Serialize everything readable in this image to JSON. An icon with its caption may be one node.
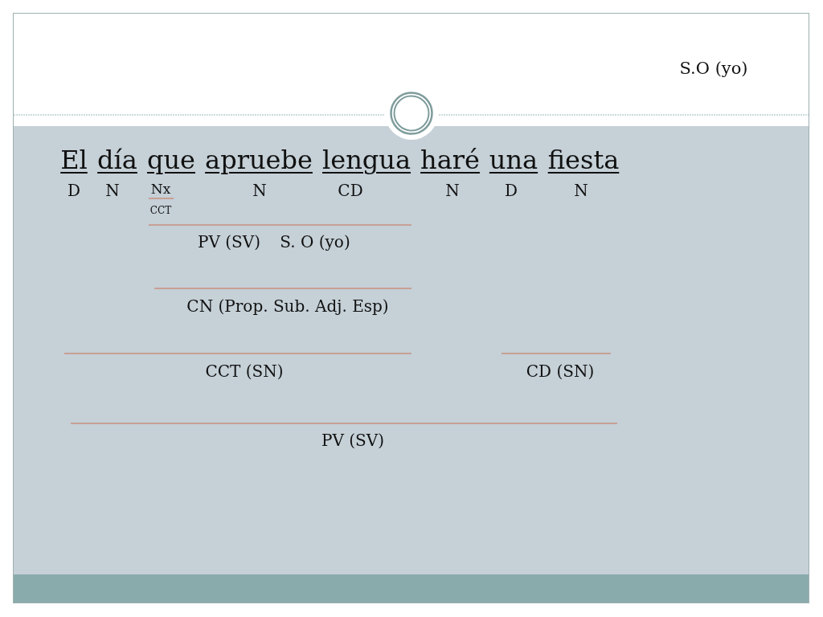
{
  "diagram": {
    "labels": [
      "S.O (yo)",
      "El",
      "día",
      "que",
      "apruebe",
      "lengua",
      "haré",
      "una",
      "fiesta",
      "D",
      "N",
      "Nx",
      "N",
      "CD",
      "N",
      "D",
      "N",
      "CCT",
      "PV (SV)",
      "S. O (yo)",
      "CN (Prop. Sub. Adj. Esp)",
      "CCT (SN)",
      "CD (SN)",
      "PV (SV)"
    ]
  }
}
